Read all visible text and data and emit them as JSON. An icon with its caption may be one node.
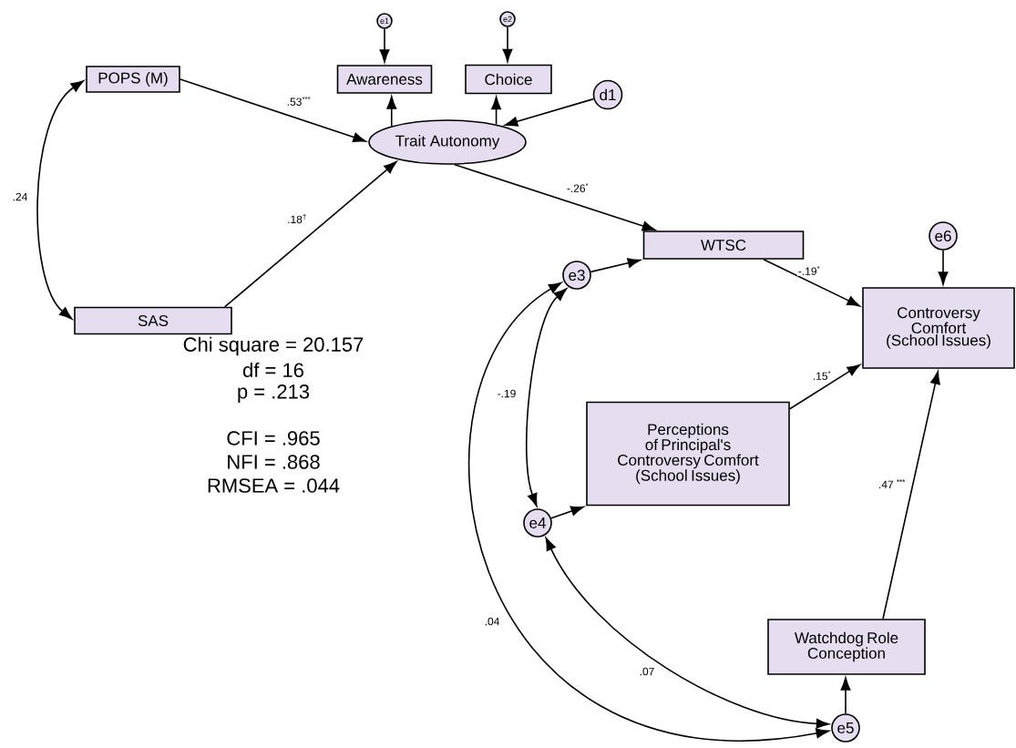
{
  "diagram": {
    "nodes": [
      {
        "text": [
          "POPS (M)"
        ]
      },
      {
        "text": [
          "SAS"
        ]
      },
      {
        "text": [
          "e1"
        ]
      },
      {
        "text": [
          "e2"
        ]
      },
      {
        "text": [
          "Awareness"
        ]
      },
      {
        "text": [
          "Choice"
        ]
      },
      {
        "text": [
          "d1"
        ]
      },
      {
        "text": [
          "Trait Autonomy"
        ]
      },
      {
        "text": [
          "WTSC"
        ]
      },
      {
        "text": [
          "e3"
        ]
      },
      {
        "text": [
          "e6"
        ]
      },
      {
        "text": [
          "Controversy Comfort (School Issues)"
        ]
      },
      {
        "text": [
          "Perceptions of Principal's Controversy Comfort (School Issues)"
        ]
      },
      {
        "text": [
          "e4"
        ]
      },
      {
        "text": [
          "Watchdog Role Conception"
        ]
      },
      {
        "text": [
          "e5"
        ]
      }
    ],
    "edges": [
      {
        "from": 0,
        "to": 1,
        "arrow": "both",
        "label": ".24"
      },
      {
        "from": 0,
        "to": 7,
        "arrow": "to",
        "label": ".53$^{***}$"
      },
      {
        "from": 1,
        "to": 7,
        "arrow": "to",
        "label": ".18$^{†}$"
      },
      {
        "from": 7,
        "to": 4,
        "arrow": "to"
      },
      {
        "from": 7,
        "to": 5,
        "arrow": "to"
      },
      {
        "from": 2,
        "to": 4,
        "arrow": "to"
      },
      {
        "from": 3,
        "to": 5,
        "arrow": "to"
      },
      {
        "from": 6,
        "to": 7,
        "arrow": "to"
      },
      {
        "from": 7,
        "to": 8,
        "arrow": "to",
        "label": "-.26$^{*}$"
      },
      {
        "from": 9,
        "to": 8,
        "arrow": "to"
      },
      {
        "from": 8,
        "to": 11,
        "arrow": "to",
        "label": "-.19$^{*}$"
      },
      {
        "from": 10,
        "to": 11,
        "arrow": "to"
      },
      {
        "from": 12,
        "to": 11,
        "arrow": "to",
        "label": ".15$^{*}$"
      },
      {
        "from": 14,
        "to": 11,
        "arrow": "to",
        "label": ".47 $^{***}$"
      },
      {
        "from": 13,
        "to": 12,
        "arrow": "to"
      },
      {
        "from": 15,
        "to": 14,
        "arrow": "to"
      },
      {
        "from": 9,
        "to": 13,
        "arrow": "both",
        "label": "-.19"
      },
      {
        "from": 9,
        "to": 15,
        "arrow": "both",
        "label": ".04"
      },
      {
        "from": 13,
        "to": 15,
        "arrow": "both",
        "label": ".07"
      }
    ],
    "labels": [
      "Chi square = 20.157",
      "df = 16",
      "p = .213",
      "CFI = .965",
      "NFI = .868",
      "RMSEA = .044"
    ]
  }
}
